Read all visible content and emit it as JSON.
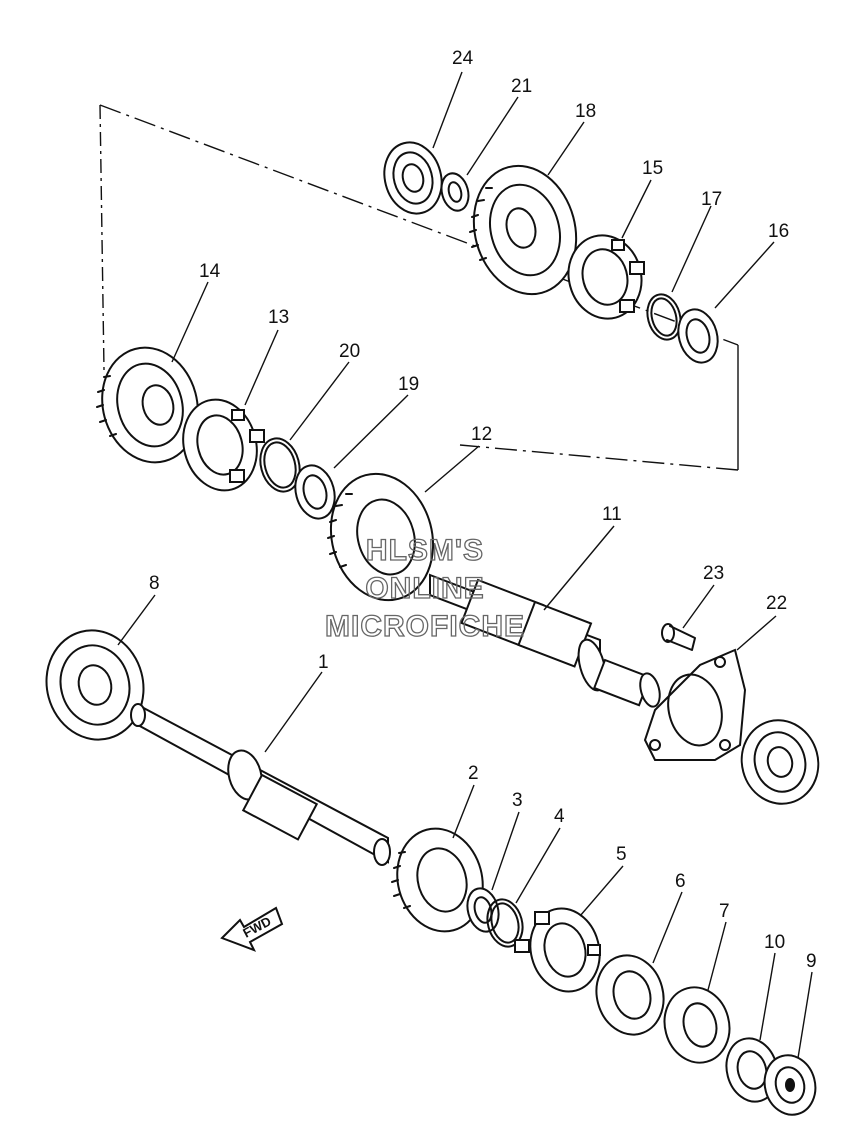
{
  "watermark": [
    "HLSM'S",
    "ONLINE",
    "MICROFICHE"
  ],
  "fwd_label": "FWD",
  "callouts": [
    "24",
    "21",
    "18",
    "15",
    "17",
    "16",
    "14",
    "13",
    "20",
    "19",
    "12",
    "11",
    "23",
    "22",
    "8",
    "1",
    "2",
    "3",
    "4",
    "5",
    "6",
    "7",
    "10",
    "9"
  ]
}
